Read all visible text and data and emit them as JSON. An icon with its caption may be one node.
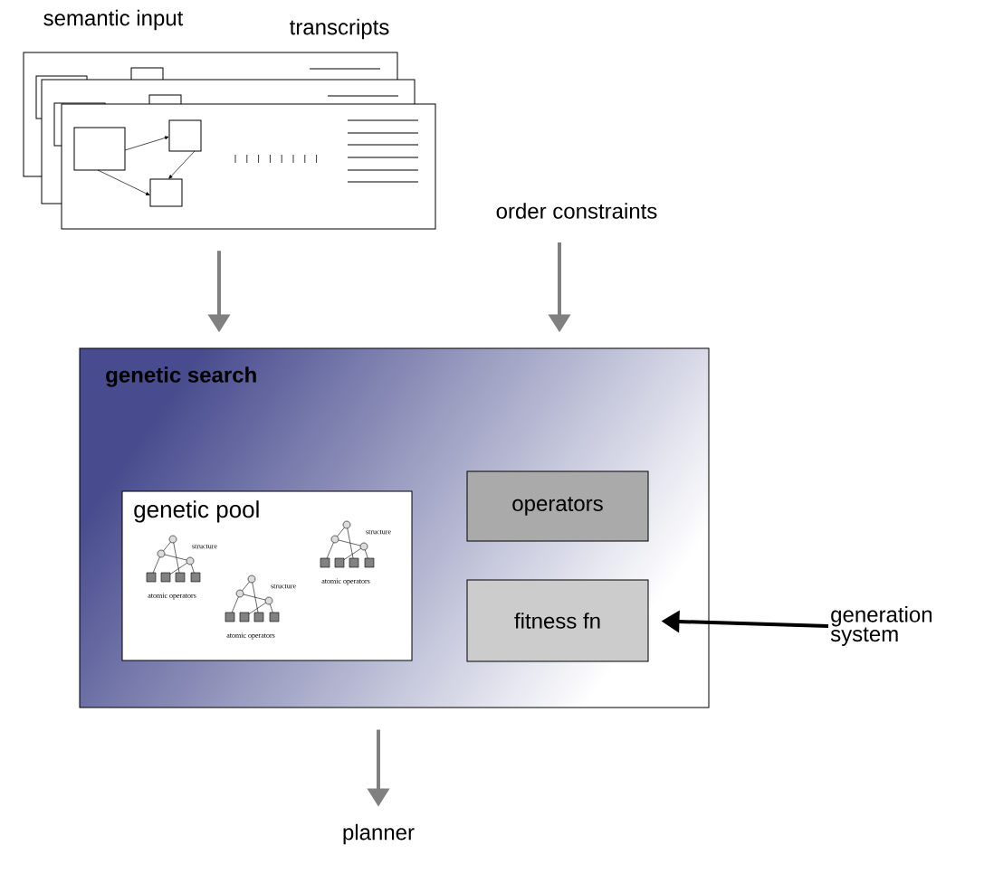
{
  "diagram": {
    "nodes": [
      {
        "text": [],
        "shape": "picture",
        "beside": [
          "semantic input",
          "transcripts"
        ]
      },
      {
        "text": [
          "order constraints"
        ]
      },
      {
        "text": [
          "genetic search"
        ]
      },
      {
        "text": [
          "genetic pool"
        ],
        "in": 2
      },
      {
        "text": [
          "operators"
        ],
        "in": 2
      },
      {
        "text": [
          "fitness fn"
        ],
        "in": 2
      },
      {
        "text": [
          "generation system"
        ]
      },
      {
        "text": [
          "planner"
        ]
      }
    ],
    "edges": [
      {
        "from": 0,
        "to": 2,
        "arrow": "to"
      },
      {
        "from": 1,
        "to": 2,
        "arrow": "to"
      },
      {
        "from": 6,
        "to": 5,
        "arrow": "to",
        "color": "#000000"
      },
      {
        "from": 2,
        "to": 7,
        "arrow": "to"
      }
    ],
    "labels": [
      "structure",
      "atomic operators",
      "structure",
      "atomic operators",
      "structure",
      "atomic operators"
    ]
  }
}
